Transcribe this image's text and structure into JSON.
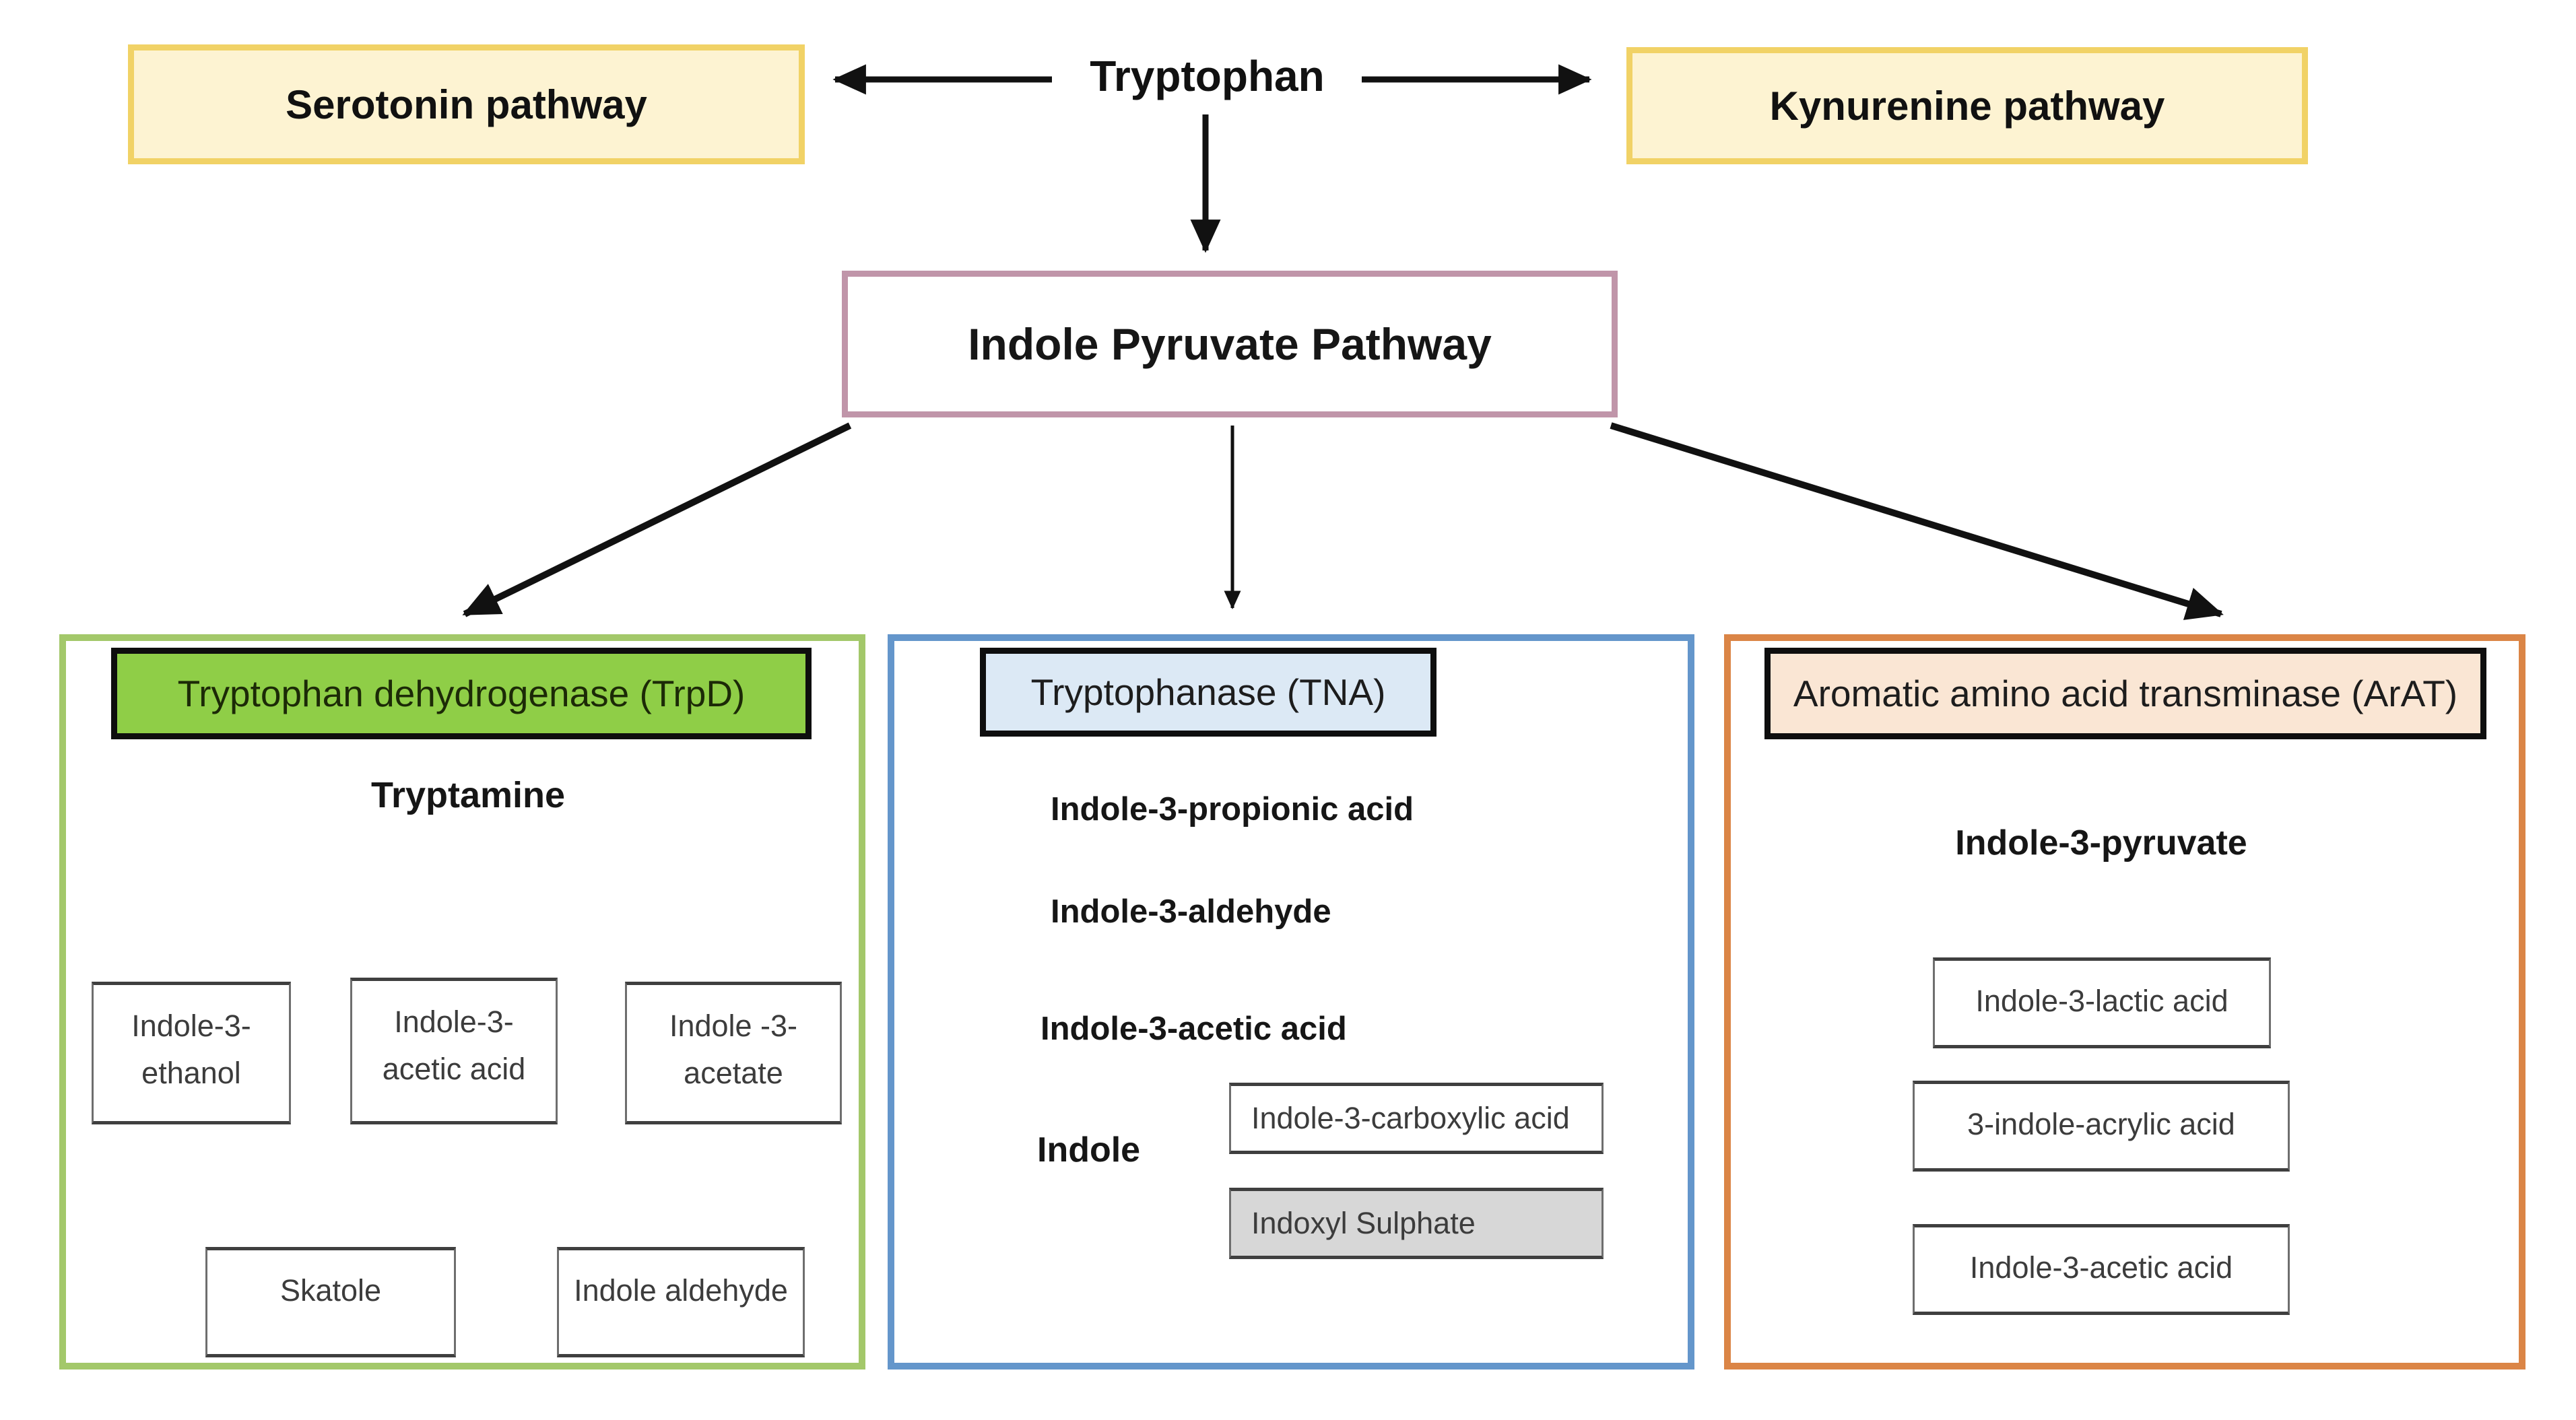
{
  "title": {
    "text": "Tryptophan"
  },
  "top": {
    "serotonin_label": "Serotonin pathway",
    "kynurenine_label": "Kynurenine pathway",
    "indole_pyruvate_label": "Indole Pyruvate Pathway"
  },
  "trpd": {
    "header": "Tryptophan dehydrogenase (TrpD)",
    "tryptamine": "Tryptamine",
    "box_ethanol": "Indole-3-\nethanol",
    "box_acetic": "Indole-3-\nacetic acid",
    "box_acetate": "Indole -3-\nacetate",
    "box_skatole": "Skatole",
    "box_indole_aldehyde": "Indole aldehyde"
  },
  "tna": {
    "header": "Tryptophanase (TNA)",
    "item_propionic": "Indole-3-propionic acid",
    "item_aldehyde": "Indole-3-aldehyde",
    "item_acetic": "Indole-3-acetic acid",
    "item_indole": "Indole",
    "box_carboxylic": "Indole-3-carboxylic acid",
    "box_indoxyl": "Indoxyl Sulphate"
  },
  "arat": {
    "header": "Aromatic amino acid transminase (ArAT)",
    "pyruvate": "Indole-3-pyruvate",
    "box_lactic": "Indole-3-lactic acid",
    "box_acrylic": "3-indole-acrylic acid",
    "box_acetic": "Indole-3-acetic acid"
  },
  "colors": {
    "yellow_fill": "#fdf3d2",
    "yellow_border": "#f1d266",
    "pink_border": "#c095a9",
    "green_panel_border": "#a3c86a",
    "green_header_fill": "#8fce47",
    "blue_panel_border": "#6496cb",
    "blue_header_fill": "#dce9f5",
    "orange_panel_border": "#db8546",
    "orange_header_fill": "#fae6d4",
    "gray_box_fill": "#d7d7d7",
    "arrow_color": "#111111"
  }
}
